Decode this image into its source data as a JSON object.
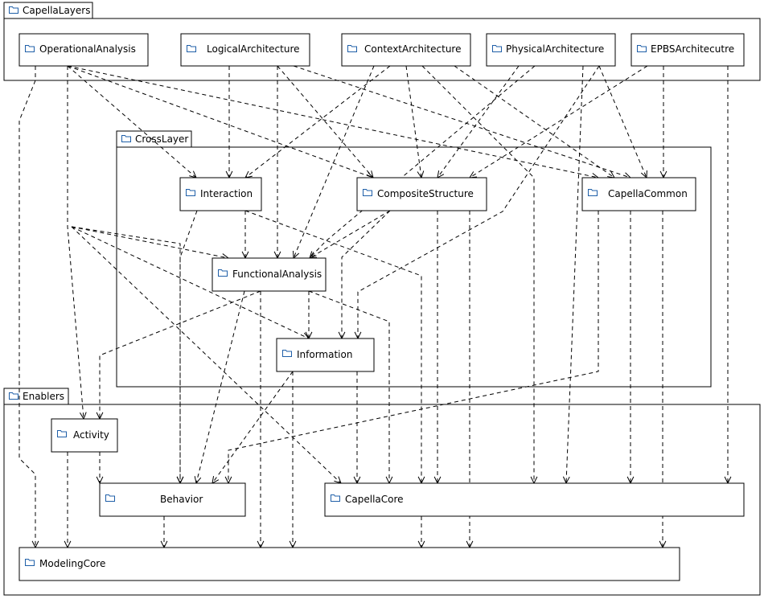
{
  "diagram": {
    "containers": [
      {
        "id": "capella-layers",
        "label": "CapellaLayers"
      },
      {
        "id": "cross-layer",
        "label": "CrossLayer"
      },
      {
        "id": "enablers",
        "label": "Enablers"
      }
    ],
    "packages": [
      {
        "id": "operational-analysis",
        "label": "OperationalAnalysis"
      },
      {
        "id": "logical-architecture",
        "label": "LogicalArchitecture"
      },
      {
        "id": "context-architecture",
        "label": "ContextArchitecture"
      },
      {
        "id": "physical-architecture",
        "label": "PhysicalArchitecture"
      },
      {
        "id": "epbs-architecture",
        "label": "EPBSArchitecutre"
      },
      {
        "id": "interaction",
        "label": "Interaction"
      },
      {
        "id": "composite-structure",
        "label": "CompositeStructure"
      },
      {
        "id": "capella-common",
        "label": "CapellaCommon"
      },
      {
        "id": "functional-analysis",
        "label": "FunctionalAnalysis"
      },
      {
        "id": "information",
        "label": "Information"
      },
      {
        "id": "activity",
        "label": "Activity"
      },
      {
        "id": "behavior",
        "label": "Behavior"
      },
      {
        "id": "capella-core",
        "label": "CapellaCore"
      },
      {
        "id": "modeling-core",
        "label": "ModelingCore"
      }
    ],
    "icon": "folder-icon",
    "colors": {
      "line": "#000000",
      "icon": "#1f5fa8",
      "background": "#ffffff"
    }
  }
}
